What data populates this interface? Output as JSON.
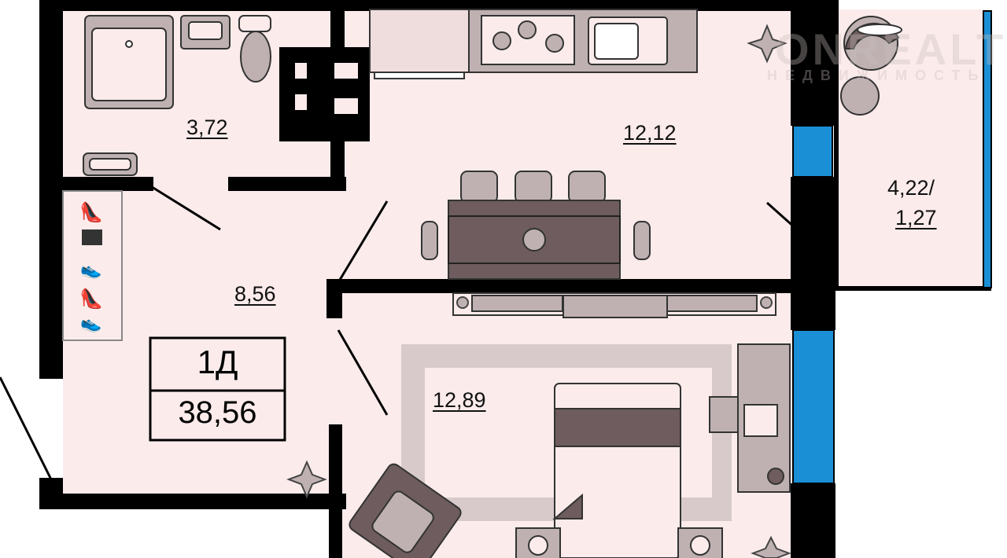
{
  "plan": {
    "apartment_type": "1Д",
    "total_area": "38,56",
    "rooms": [
      {
        "name": "bathroom",
        "area": "3,72"
      },
      {
        "name": "kitchen-living",
        "area": "12,12"
      },
      {
        "name": "hallway",
        "area": "8,56"
      },
      {
        "name": "bedroom",
        "area": "12,89"
      },
      {
        "name": "balcony",
        "area_line1": "4,22/",
        "area_line2": "1,27"
      }
    ]
  },
  "watermark": {
    "brand": "ONREALT",
    "tagline": "НЕДВИЖИМОСТЬ"
  },
  "colors": {
    "floor": "#fcebeb",
    "wall": "#000000",
    "furniture": "#6e5c5e",
    "furniture_light": "#bfb1b2",
    "window": "#1b8fd6"
  }
}
